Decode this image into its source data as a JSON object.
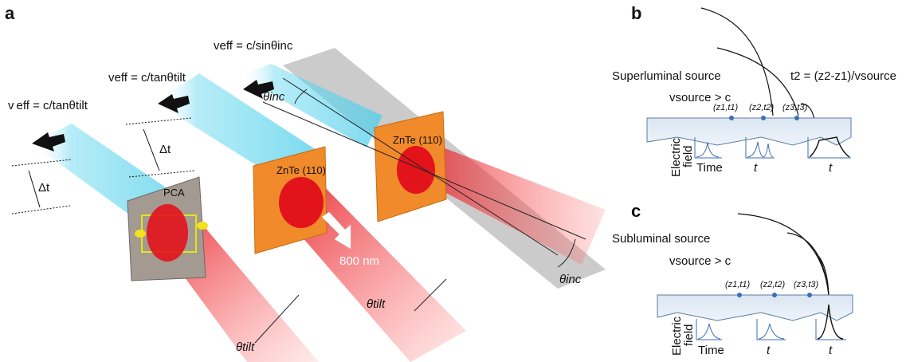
{
  "panel_a": {
    "label": "a",
    "veff_left": "v eff  = c/tanθtilt",
    "veff_mid": "veff = c/tanθtilt",
    "veff_right": "veff = c/sinθinc",
    "delta_t": "Δt",
    "pca": "PCA",
    "znte_mid": "ZnTe (110)",
    "znte_right": "ZnTe (110)",
    "pump": "800 nm",
    "theta_inc_top": "θinc",
    "theta_inc_bottom": "θinc",
    "theta_tilt_mid": "θtilt",
    "theta_tilt_left": "θtilt"
  },
  "panel_b": {
    "label": "b",
    "title": "Superluminal source",
    "condition": "vsource > c",
    "equation": "t2 = (z2-z1)/vsource",
    "points": [
      "(z1,t1)",
      "(z2,t2)",
      "(z3,t3)"
    ],
    "ylabel_1": "Electric",
    "ylabel_2": "field",
    "x1": "Time",
    "x2": "t",
    "x3": "t"
  },
  "panel_c": {
    "label": "c",
    "title": "Subluminal source",
    "condition": "vsource > c",
    "points": [
      "(z1,t1)",
      "(z2,t2)",
      "(z3,t3)"
    ],
    "ylabel_1": "Electric",
    "ylabel_2": "field",
    "x1": "Time",
    "x2": "t",
    "x3": "t"
  },
  "colors": {
    "thz": "#7fe3f3",
    "laser": "#e8202a",
    "crystal": "#f08a2a",
    "pca": "#a39a91",
    "surface": "#cddbea",
    "pulse": "#3b6fb6"
  }
}
